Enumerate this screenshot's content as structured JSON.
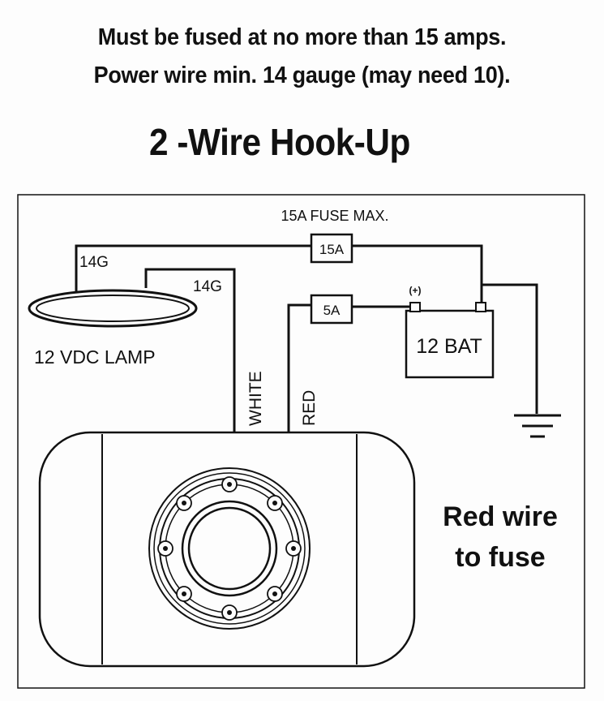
{
  "header": {
    "line1": "Must be fused at no more than 15 amps.",
    "line2": "Power wire min. 14 gauge (may need 10).",
    "title": "2 -Wire Hook-Up"
  },
  "diagram": {
    "fuse_max_label": "15A FUSE MAX.",
    "fuse_15a_label": "15A",
    "fuse_5a_label": "5A",
    "wire_gauge_top": "14G",
    "wire_gauge_lamp": "14G",
    "battery_positive": "(+)",
    "battery_label": "12 BAT",
    "lamp_label": "12 VDC LAMP",
    "white_wire_label": "WHITE",
    "red_wire_label": "RED",
    "note_line1": "Red wire",
    "note_line2": "to fuse"
  },
  "colors": {
    "ink": "#111111",
    "paper": "#fdfdfd"
  }
}
